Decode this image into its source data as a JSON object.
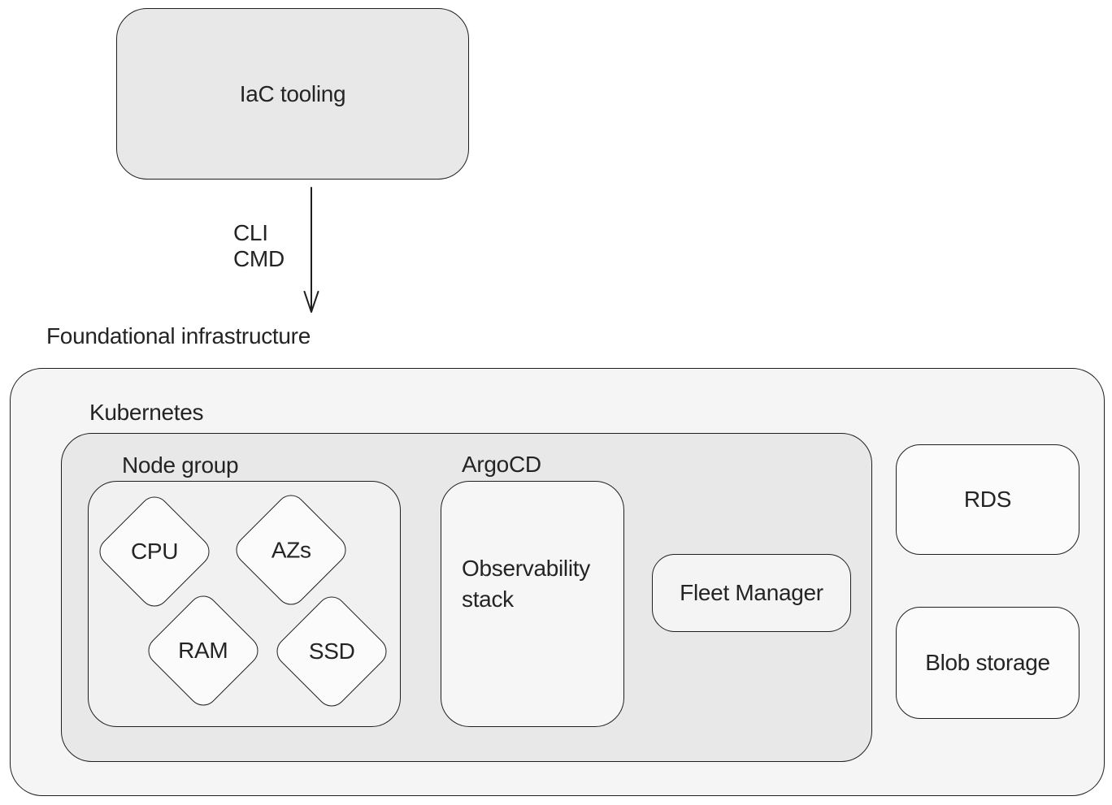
{
  "nodes": {
    "iac_tooling": {
      "label": "IaC tooling"
    },
    "observability": {
      "label": "Observability\nstack"
    },
    "fleet_manager": {
      "label": "Fleet Manager"
    },
    "rds": {
      "label": "RDS"
    },
    "blob_storage": {
      "label": "Blob storage"
    },
    "diamonds": [
      {
        "label": "CPU"
      },
      {
        "label": "AZs"
      },
      {
        "label": "RAM"
      },
      {
        "label": "SSD"
      }
    ]
  },
  "groups": {
    "foundational": {
      "label": "Foundational infrastructure"
    },
    "kubernetes": {
      "label": "Kubernetes"
    },
    "node_group": {
      "label": "Node group"
    },
    "argocd": {
      "label": "ArgoCD"
    }
  },
  "edges": {
    "iac_to_foundational": {
      "labels": [
        "CLI",
        "CMD"
      ]
    }
  },
  "colors": {
    "border": "#1f1f1f",
    "text": "#242424",
    "gray_fill": "#e8e8e8",
    "panel_fill": "#f5f5f5",
    "node_group_fill": "#f1f1f1",
    "white_fill": "#fbfbfb"
  }
}
